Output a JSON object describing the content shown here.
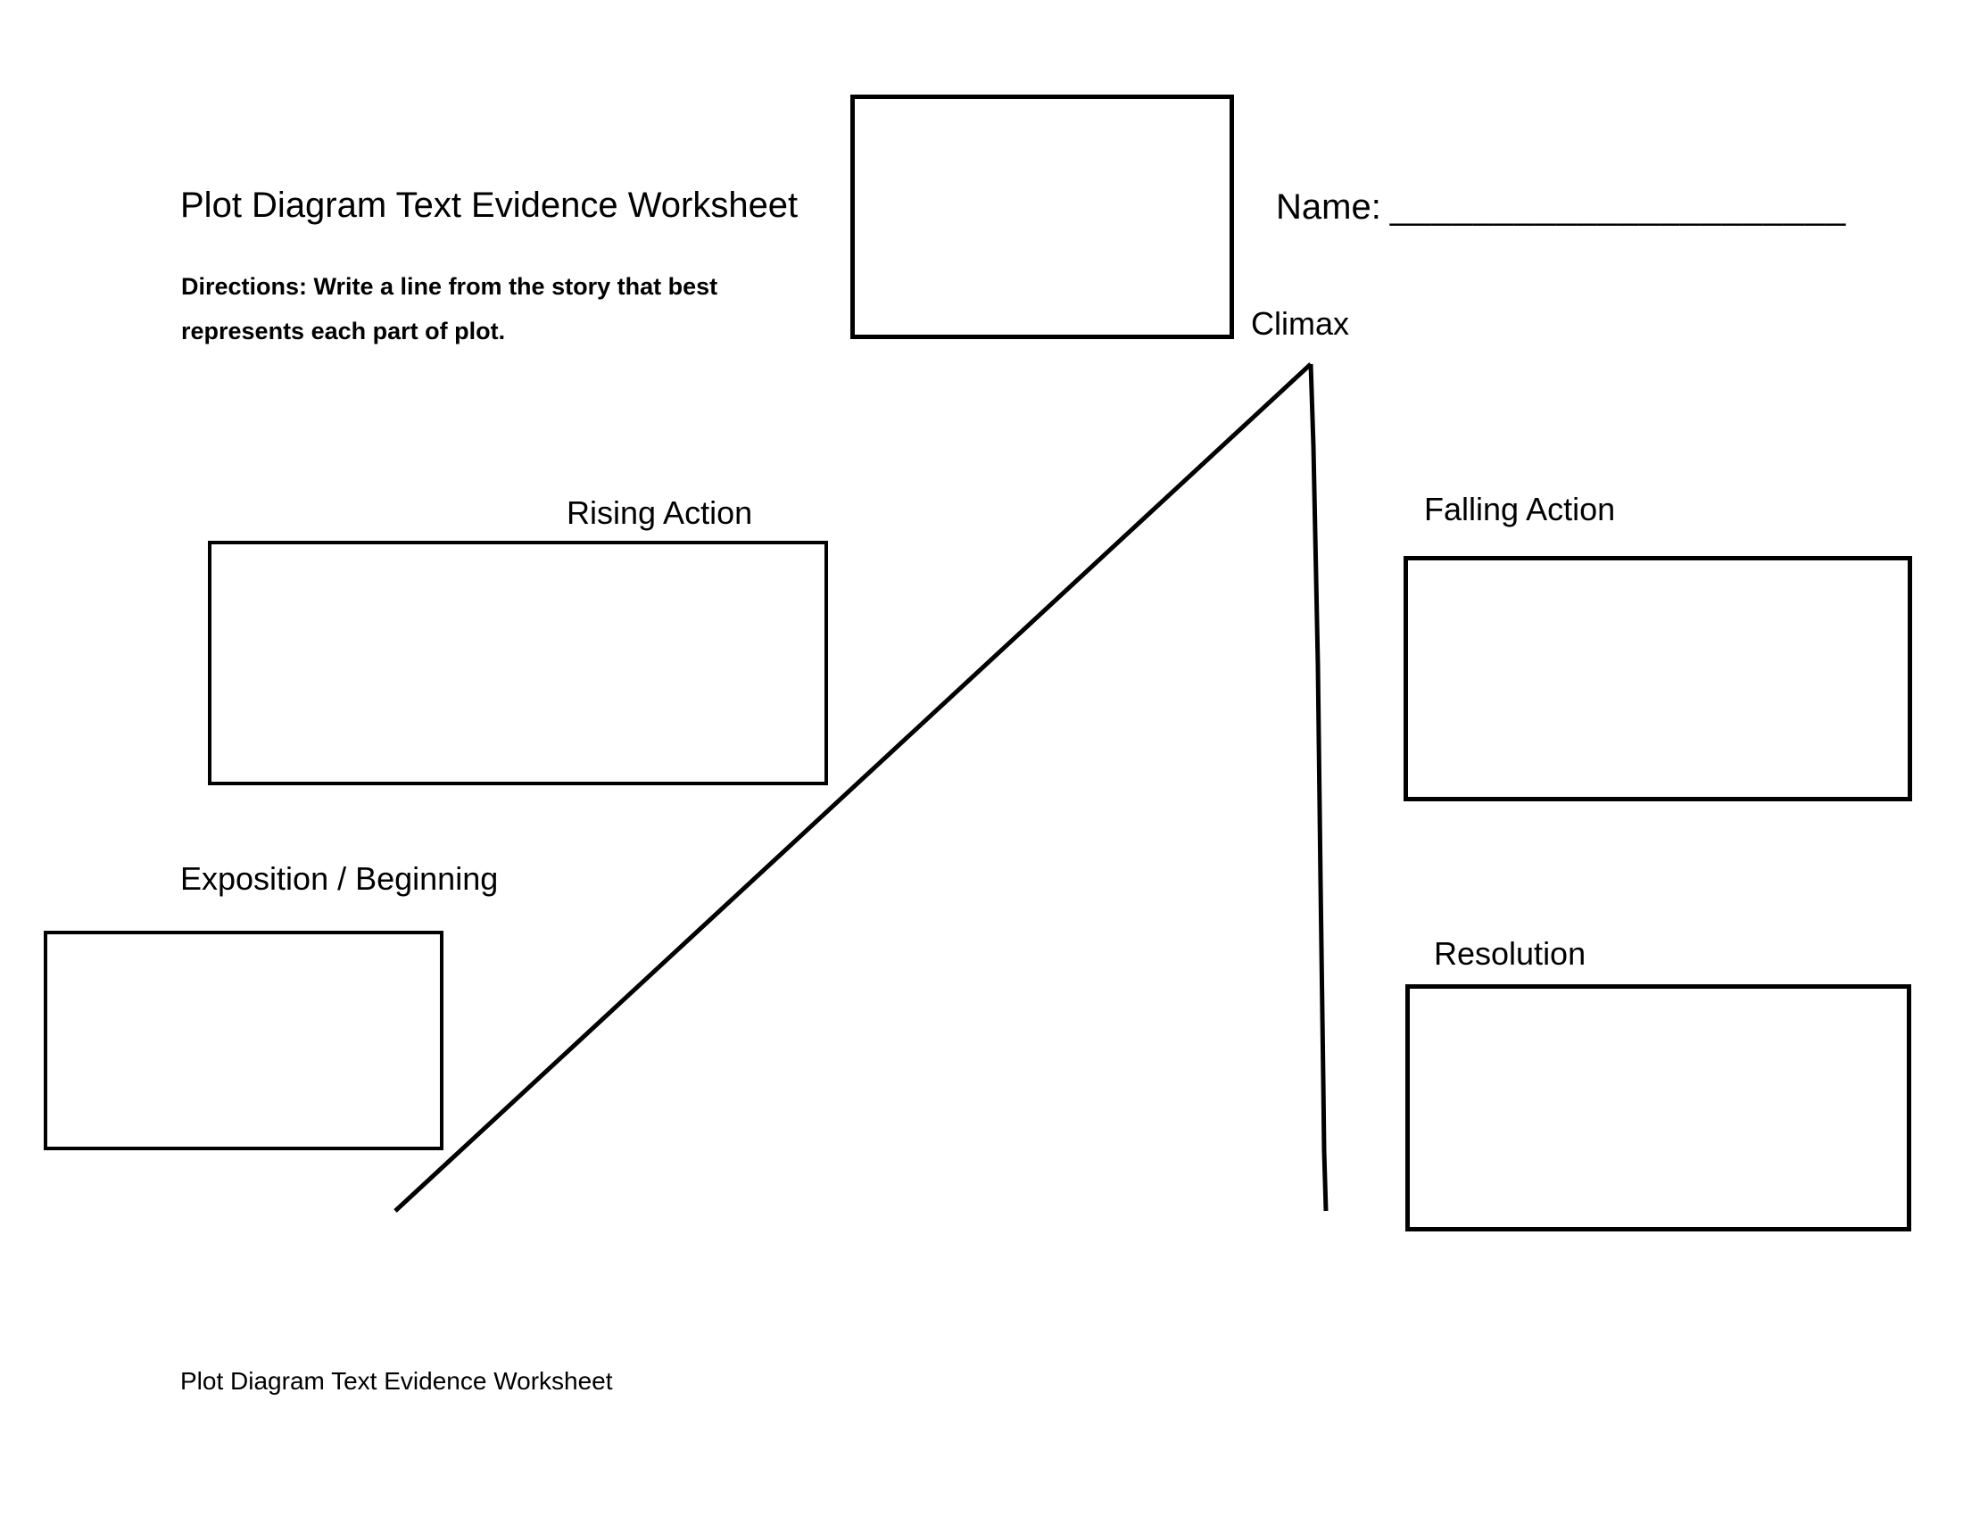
{
  "header": {
    "title": "Plot Diagram Text Evidence Worksheet",
    "directions_line1": "Directions: Write a line from the story that best",
    "directions_line2": "represents each part of plot.",
    "name_label": "Name:",
    "name_blank": "______________________"
  },
  "diagram": {
    "climax_label": "Climax",
    "rising_action_label": "Rising Action",
    "falling_action_label": "Falling Action",
    "exposition_label": "Exposition / Beginning",
    "resolution_label": "Resolution"
  },
  "footer": {
    "text": "Plot Diagram Text Evidence Worksheet"
  },
  "colors": {
    "ink": "#000000",
    "paper": "#ffffff"
  }
}
